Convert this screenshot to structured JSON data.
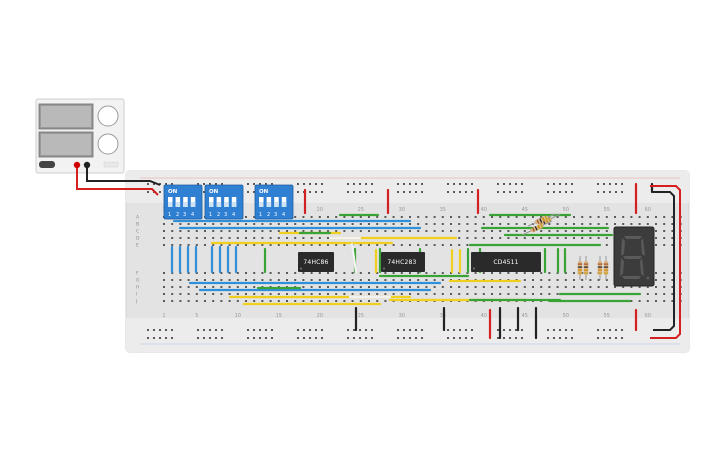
{
  "power_supply": {
    "name": "power-supply",
    "display_voltage": "",
    "display_current": "",
    "knob_labels": [
      "",
      ""
    ],
    "terminal_colors": {
      "positive": "#d00000",
      "negative": "#222222"
    }
  },
  "breadboard": {
    "column_numbers": [
      "1",
      "5",
      "10",
      "15",
      "20",
      "25",
      "30",
      "35",
      "40",
      "45",
      "50",
      "55",
      "60"
    ],
    "row_letters_top": [
      "A",
      "B",
      "C",
      "D",
      "E"
    ],
    "row_letters_bottom": [
      "F",
      "G",
      "H",
      "I",
      "J"
    ]
  },
  "dip_switches": [
    {
      "name": "dip-switch-1",
      "on_label": "ON",
      "numbers": [
        "1",
        "2",
        "3",
        "4"
      ]
    },
    {
      "name": "dip-switch-2",
      "on_label": "ON",
      "numbers": [
        "1",
        "2",
        "3",
        "4"
      ]
    },
    {
      "name": "dip-switch-3",
      "on_label": "ON",
      "numbers": [
        "1",
        "2",
        "3",
        "4"
      ]
    }
  ],
  "chips": [
    {
      "name": "chip-74hc86",
      "label": "74HC86"
    },
    {
      "name": "chip-74hc283",
      "label": "74HC283"
    },
    {
      "name": "chip-cd4511",
      "label": "CD4511"
    }
  ],
  "seven_segment": {
    "name": "seven-segment-display",
    "digit": "8"
  },
  "colors": {
    "board": "#e6e6e6",
    "hole": "#5a5a5a",
    "rail_red": "#d42b2b",
    "rail_blue": "#3f7fbf",
    "wire_blue": "#2f8fd8",
    "wire_green": "#3aa335",
    "wire_yellow": "#f0cf1e",
    "wire_white": "#f2f2f2",
    "wire_red": "#d42020",
    "wire_black": "#222222",
    "dip_blue": "#2f7fd3",
    "chip_body": "#2a2a2a",
    "resistor_body": "#d9b382"
  }
}
